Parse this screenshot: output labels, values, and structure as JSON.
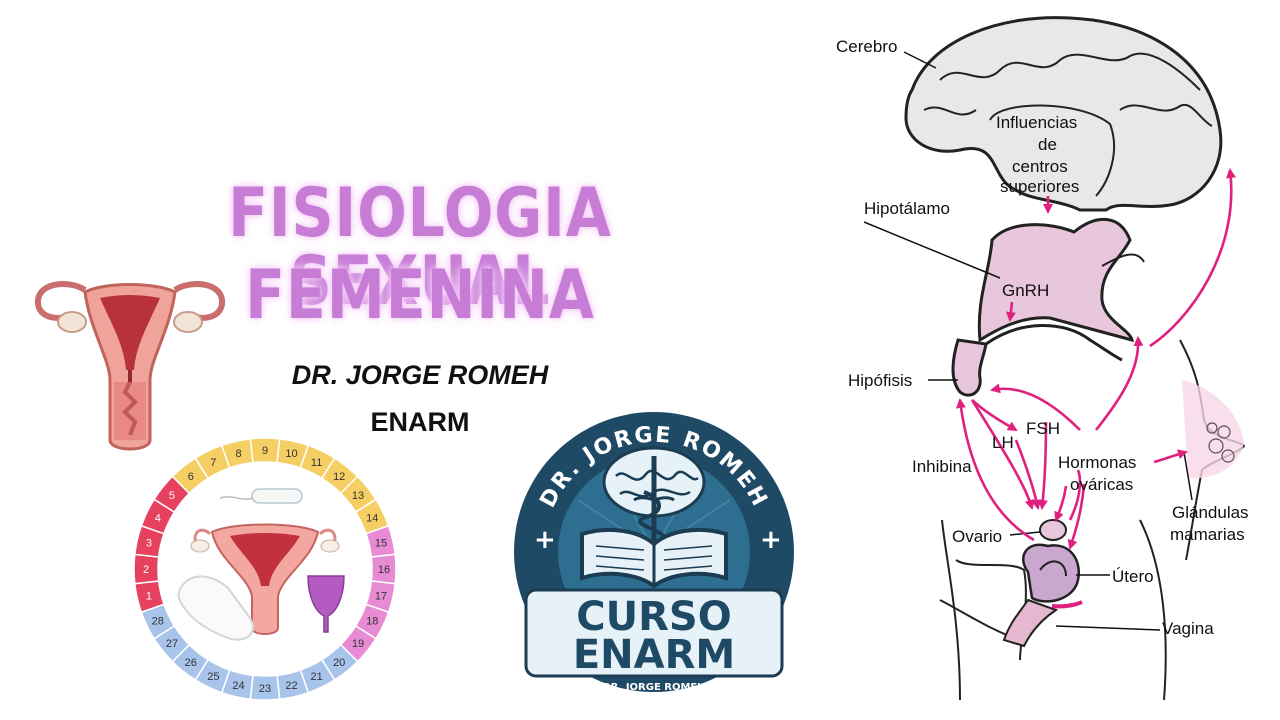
{
  "title": {
    "line1": "FISIOLOGIA SEXUAL",
    "line2": "FEMENINA",
    "color": "#c77dd6"
  },
  "author": "DR. JORGE ROMEH",
  "exam": "ENARM",
  "logo": {
    "ring_text": "DR. JORGE ROMEH",
    "line1": "CURSO",
    "line2": "ENARM",
    "footer": "DR. JORGE ROMEH",
    "colors": {
      "dark": "#1f4a66",
      "mid": "#2e6f91",
      "light": "#e6f1f8"
    }
  },
  "cycle": {
    "days": [
      "1",
      "2",
      "3",
      "4",
      "5",
      "6",
      "7",
      "8",
      "9",
      "10",
      "11",
      "12",
      "13",
      "14",
      "15",
      "16",
      "17",
      "18",
      "19",
      "20",
      "21",
      "22",
      "23",
      "24",
      "25",
      "26",
      "27",
      "28"
    ],
    "phase_colors": {
      "menstrual": "#e6415e",
      "follicular": "#f5cf63",
      "ovulatory": "#e78bd4",
      "luteal": "#a9c4ea"
    }
  },
  "diagram": {
    "labels": {
      "cerebro": "Cerebro",
      "influencias_1": "Influencias",
      "influencias_2": "de",
      "influencias_3": "centros",
      "influencias_4": "superiores",
      "hipotalamo": "Hipotálamo",
      "gnrh": "GnRH",
      "hipofisis": "Hipófisis",
      "fsh": "FSH",
      "lh": "LH",
      "inhibina": "Inhibina",
      "hormonas_1": "Hormonas",
      "hormonas_2": "ováricas",
      "glandulas_1": "Glándulas",
      "glandulas_2": "mamarias",
      "ovario": "Ovario",
      "utero": "Útero",
      "vagina": "Vagina"
    },
    "arrow_color": "#e0207f"
  },
  "icons": [
    "uterus-icon",
    "menstrual-cycle-wheel-icon",
    "course-logo-icon",
    "brain-icon",
    "caduceus-icon",
    "open-book-icon",
    "tampon-icon",
    "pad-icon",
    "menstrual-cup-icon",
    "breast-icon"
  ]
}
